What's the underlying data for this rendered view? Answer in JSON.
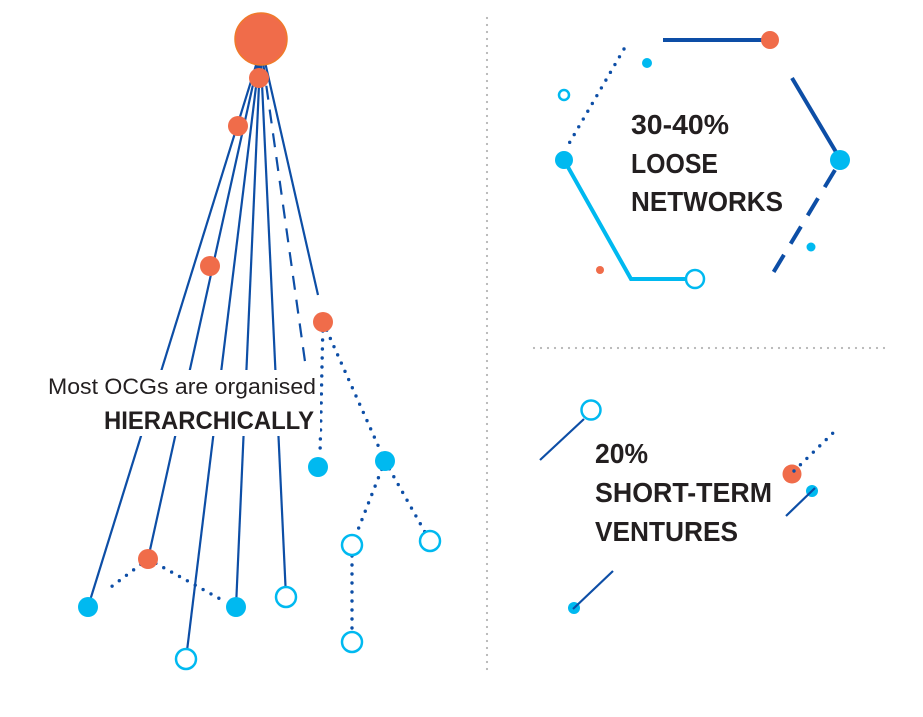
{
  "hierarchical": {
    "line1": "Most OCGs are organised",
    "line2": "HIERARCHICALLY"
  },
  "loose_networks": {
    "percent": "30-40%",
    "line1": "LOOSE",
    "line2": "NETWORKS"
  },
  "short_term": {
    "percent": "20%",
    "line1": "SHORT-TERM",
    "line2": "VENTURES"
  },
  "colors": {
    "orange": "#f06c4a",
    "cyan": "#00b9f0",
    "navy": "#0d4ea6",
    "text": "#231f20"
  }
}
